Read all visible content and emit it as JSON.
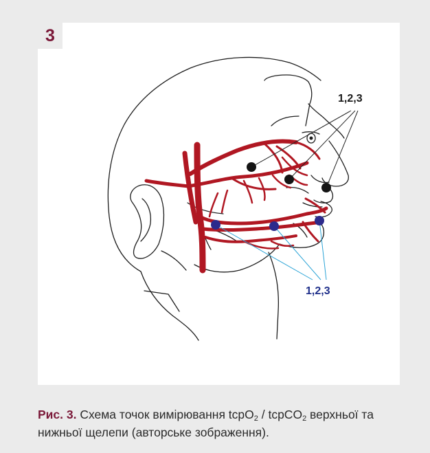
{
  "figure": {
    "number": "3",
    "upper_label": "1,2,3",
    "lower_label": "1,2,3",
    "colors": {
      "artery": "#b01722",
      "upper_points": "#141414",
      "lower_points": "#2c2a8c",
      "lower_leaders": "#2aa3d6",
      "caption_accent": "#7a1838"
    }
  },
  "caption": {
    "label": "Рис. 3.",
    "text_1": " Схема точок вимірювання tcpO",
    "sub_1": "2",
    "text_2": " / tcpCO",
    "sub_2": "2",
    "text_3": " верхньої та нижньої щелепи (авторське зображення)."
  }
}
